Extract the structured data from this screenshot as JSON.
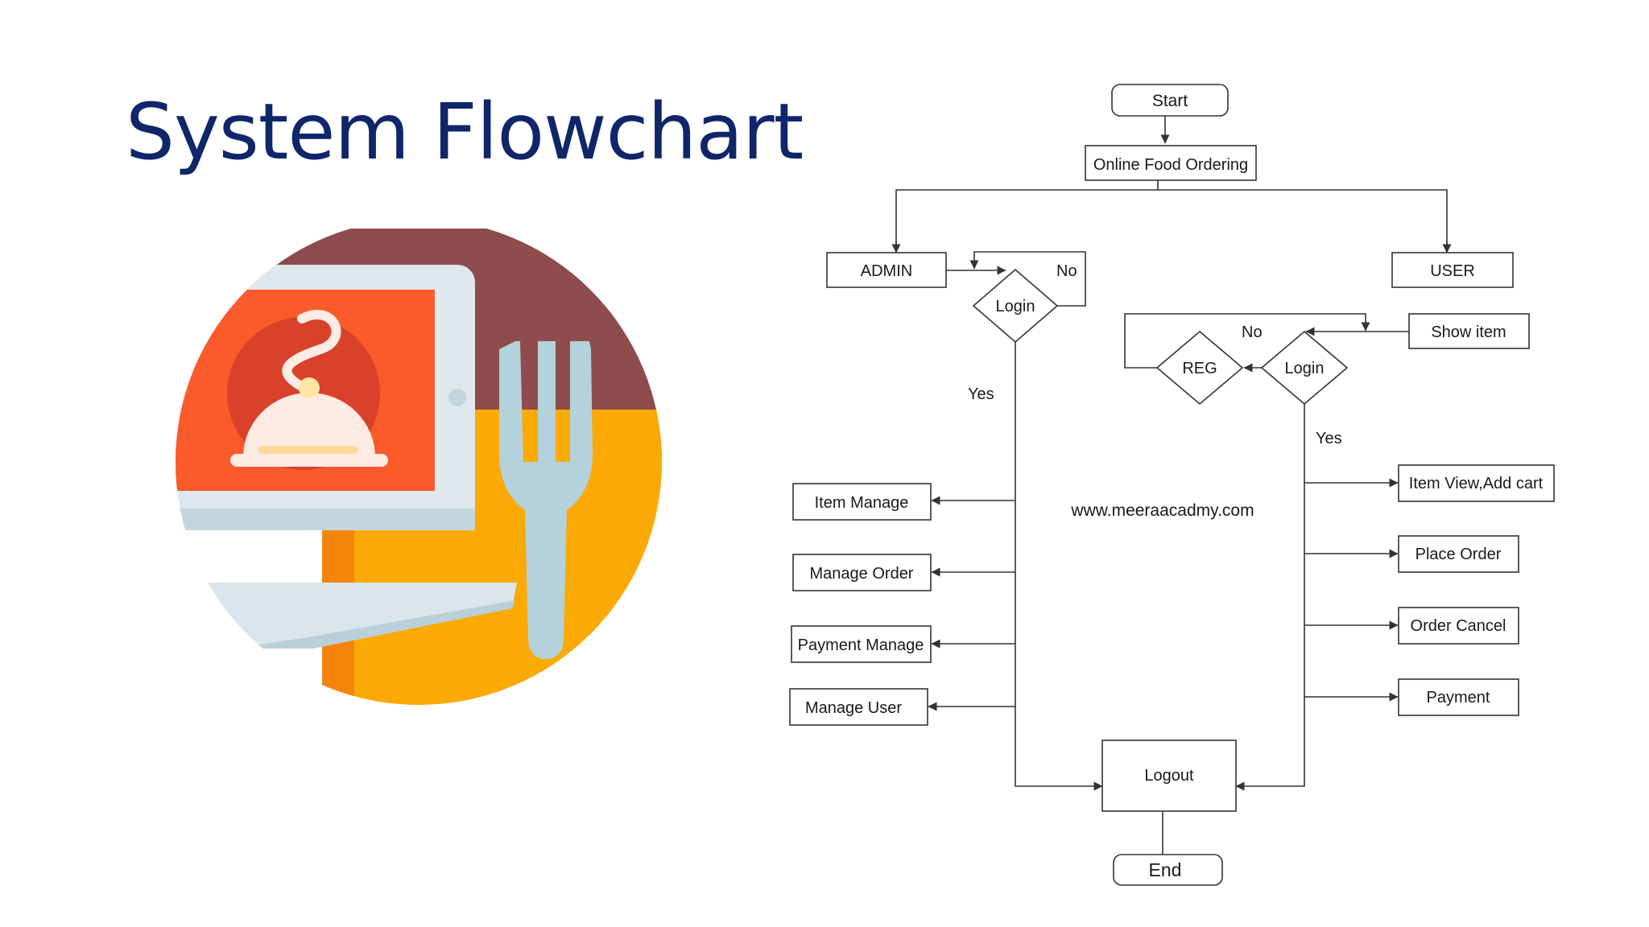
{
  "title": "System Flowchart",
  "watermark": "www.meeraacadmy.com",
  "colors": {
    "title": "#10266b",
    "circle_top": "#8e4c4c",
    "circle_bottom": "#fba904",
    "tablet_frame": "#dfe8ee",
    "tablet_screen": "#fb5a2a",
    "sun": "#d8412a",
    "cloche": "#fdebe4",
    "tray": "#dbe6ec",
    "fork": "#b3d2db"
  },
  "icons": {
    "illustration": "tablet-food-order-icon"
  },
  "flow": {
    "start": "Start",
    "root": "Online Food Ordering",
    "admin": "ADMIN",
    "user": "USER",
    "admin_login": "Login",
    "admin_no": "No",
    "admin_yes": "Yes",
    "show_item": "Show item",
    "user_login": "Login",
    "reg": "REG",
    "user_no": "No",
    "user_yes": "Yes",
    "admin_items": [
      "Item Manage",
      "Manage Order",
      "Payment Manage",
      "Manage User"
    ],
    "user_items": [
      "Item View,Add cart",
      "Place Order",
      "Order Cancel",
      "Payment"
    ],
    "logout": "Logout",
    "end": "End"
  }
}
